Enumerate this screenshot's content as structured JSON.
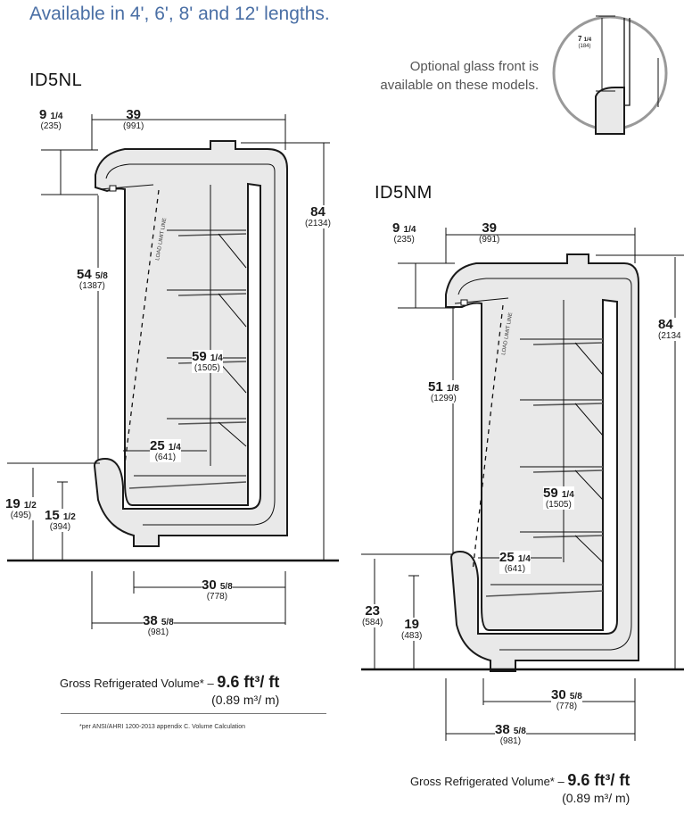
{
  "header": "Available in 4', 6', 8' and 12' lengths.",
  "glass_note": [
    "Optional glass front is",
    "available on these models."
  ],
  "inset": {
    "in": "7",
    "fr": "1/4",
    "mm": "(184)"
  },
  "models": [
    {
      "name": "ID5NL",
      "load_limit": "LOAD LIMIT LINE",
      "dims": {
        "top_hood": {
          "in": "9",
          "fr": "1/4",
          "mm": "(235)"
        },
        "top_depth": {
          "in": "39",
          "fr": "",
          "mm": "(991)"
        },
        "height": {
          "in": "84",
          "fr": "",
          "mm": "(2134)"
        },
        "opening": {
          "in": "54",
          "fr": "5/8",
          "mm": "(1387)"
        },
        "interior": {
          "in": "59",
          "fr": "1/4",
          "mm": "(1505)"
        },
        "shelf_depth": {
          "in": "25",
          "fr": "1/4",
          "mm": "(641)"
        },
        "front_h1": {
          "in": "19",
          "fr": "1/2",
          "mm": "(495)"
        },
        "front_h2": {
          "in": "15",
          "fr": "1/2",
          "mm": "(394)"
        },
        "base_depth": {
          "in": "30",
          "fr": "5/8",
          "mm": "(778)"
        },
        "total_depth": {
          "in": "38",
          "fr": "5/8",
          "mm": "(981)"
        }
      },
      "volume": {
        "label": "Gross Refrigerated Volume* –",
        "value": "9.6 ft³/ ft",
        "metric": "(0.89 m³/ m)"
      },
      "footnote": "*per ANSI/AHRI 1200-2013 appendix C. Volume Calculation"
    },
    {
      "name": "ID5NM",
      "load_limit": "LOAD LIMIT LINE",
      "dims": {
        "top_hood": {
          "in": "9",
          "fr": "1/4",
          "mm": "(235)"
        },
        "top_depth": {
          "in": "39",
          "fr": "",
          "mm": "(991)"
        },
        "height": {
          "in": "84",
          "fr": "",
          "mm": "(2134"
        },
        "opening": {
          "in": "51",
          "fr": "1/8",
          "mm": "(1299)"
        },
        "interior": {
          "in": "59",
          "fr": "1/4",
          "mm": "(1505)"
        },
        "shelf_depth": {
          "in": "25",
          "fr": "1/4",
          "mm": "(641)"
        },
        "front_h1": {
          "in": "23",
          "fr": "",
          "mm": "(584)"
        },
        "front_h2": {
          "in": "19",
          "fr": "",
          "mm": "(483)"
        },
        "base_depth": {
          "in": "30",
          "fr": "5/8",
          "mm": "(778)"
        },
        "total_depth": {
          "in": "38",
          "fr": "5/8",
          "mm": "(981)"
        }
      },
      "volume": {
        "label": "Gross Refrigerated Volume* –",
        "value": "9.6 ft³/ ft",
        "metric": "(0.89 m³/ m)"
      }
    }
  ]
}
